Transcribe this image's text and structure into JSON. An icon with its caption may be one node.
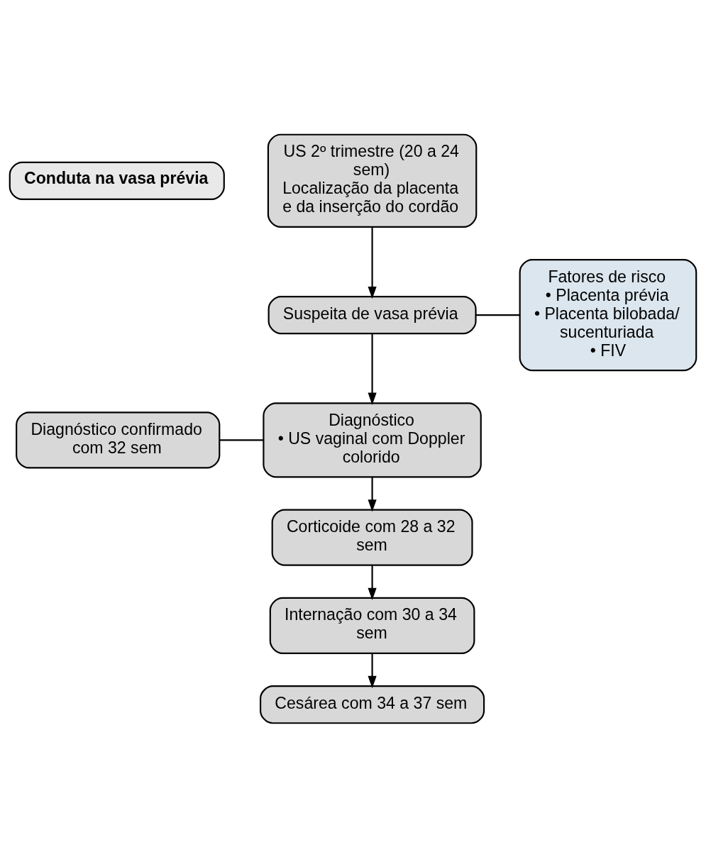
{
  "diagram": {
    "nodes": [
      {
        "text": [
          "Conduta na vasa prévia"
        ]
      },
      {
        "text": [
          "US 2º trimestre (20 a 24 sem)",
          "Localização da placenta e da inserção do cordão"
        ]
      },
      {
        "text": [
          "Suspeita de vasa prévia"
        ]
      },
      {
        "text": [
          "Fatores de risco",
          "• Placenta prévia",
          "• Placenta bilobada/ sucenturiada",
          "• FIV"
        ]
      },
      {
        "text": [
          "Diagnóstico confirmado com 32 sem"
        ]
      },
      {
        "text": [
          "Diagnóstico",
          "• US vaginal com Doppler colorido"
        ]
      },
      {
        "text": [
          "Corticoide com 28 a 32 sem"
        ]
      },
      {
        "text": [
          "Internação com 30 a 34 sem"
        ]
      },
      {
        "text": [
          "Cesárea com 34 a 37 sem"
        ]
      }
    ],
    "edges": [
      {
        "from": 1,
        "to": 2,
        "arrow": "to"
      },
      {
        "from": 2,
        "to": 3,
        "arrow": "none"
      },
      {
        "from": 2,
        "to": 5,
        "arrow": "to"
      },
      {
        "from": 4,
        "to": 5,
        "arrow": "none"
      },
      {
        "from": 5,
        "to": 6,
        "arrow": "to"
      },
      {
        "from": 6,
        "to": 7,
        "arrow": "to"
      },
      {
        "from": 7,
        "to": 8,
        "arrow": "to"
      }
    ]
  }
}
